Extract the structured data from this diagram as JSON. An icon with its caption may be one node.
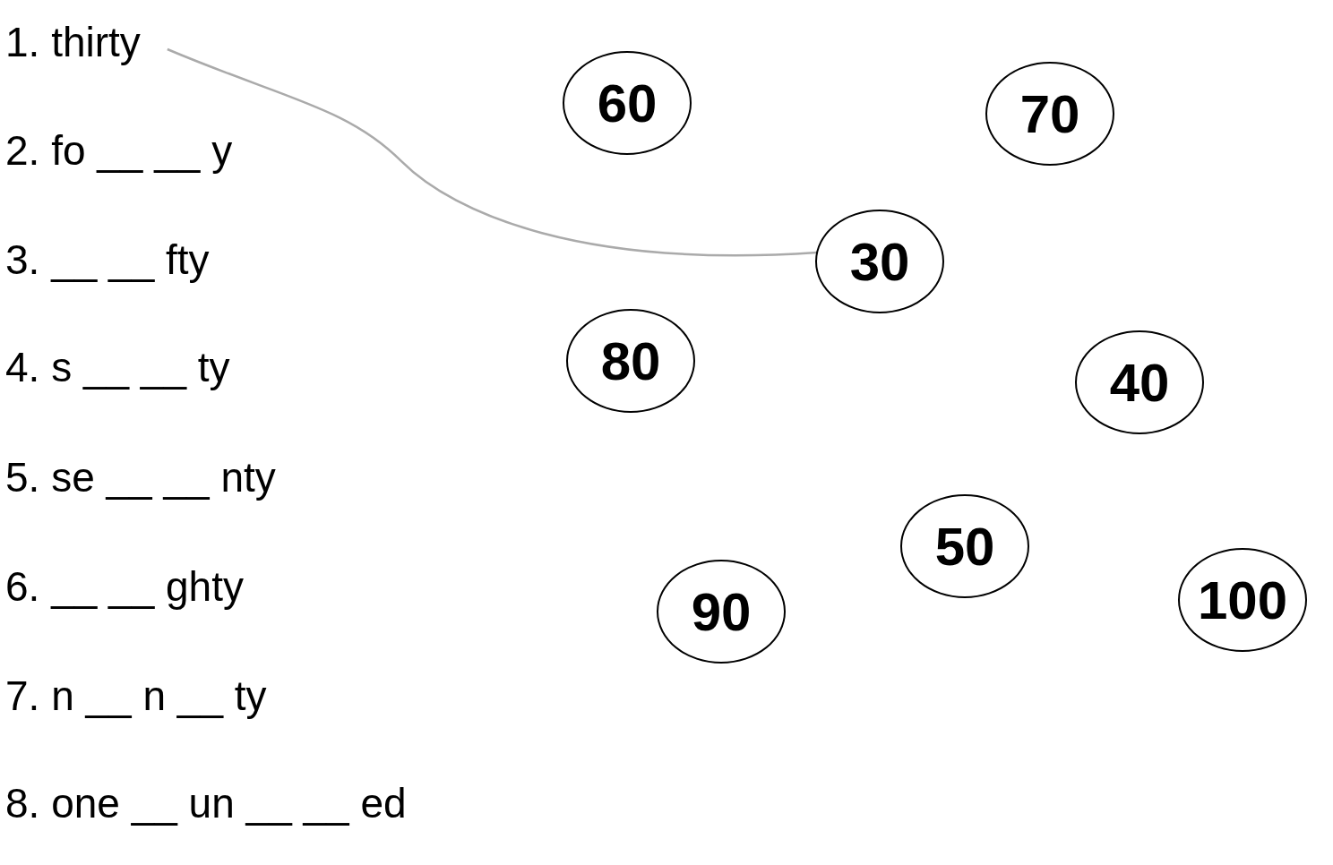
{
  "diagram": {
    "nodes": [
      {
        "text": [
          "1. thirty"
        ]
      },
      {
        "text": [
          "2. fo __ __ y"
        ]
      },
      {
        "text": [
          "3. __ __ fty"
        ]
      },
      {
        "text": [
          "4. s __ __ ty"
        ]
      },
      {
        "text": [
          "5. se __ __ nty"
        ]
      },
      {
        "text": [
          "6. __ __ ghty"
        ]
      },
      {
        "text": [
          "7. n __ n __ ty"
        ]
      },
      {
        "text": [
          "8. one __ un __ __ ed"
        ]
      },
      {
        "text": [
          "60"
        ]
      },
      {
        "text": [
          "70"
        ]
      },
      {
        "text": [
          "30"
        ]
      },
      {
        "text": [
          "80"
        ]
      },
      {
        "text": [
          "40"
        ]
      },
      {
        "text": [
          "50"
        ]
      },
      {
        "text": [
          "90"
        ]
      },
      {
        "text": [
          "100"
        ]
      }
    ],
    "edges": [
      {
        "from": 0,
        "to": 10,
        "arrow": "none"
      }
    ]
  }
}
